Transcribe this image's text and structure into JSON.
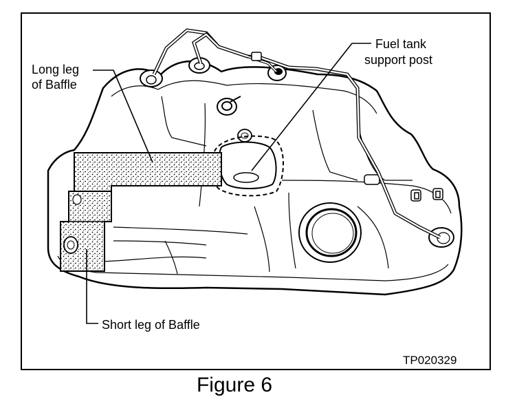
{
  "labels": {
    "long_leg_line1": "Long leg",
    "long_leg_line2": "of Baffle",
    "support_post_line1": "Fuel tank",
    "support_post_line2": "support post",
    "short_leg": "Short leg of Baffle",
    "image_code": "TP020329"
  },
  "caption": "Figure 6"
}
